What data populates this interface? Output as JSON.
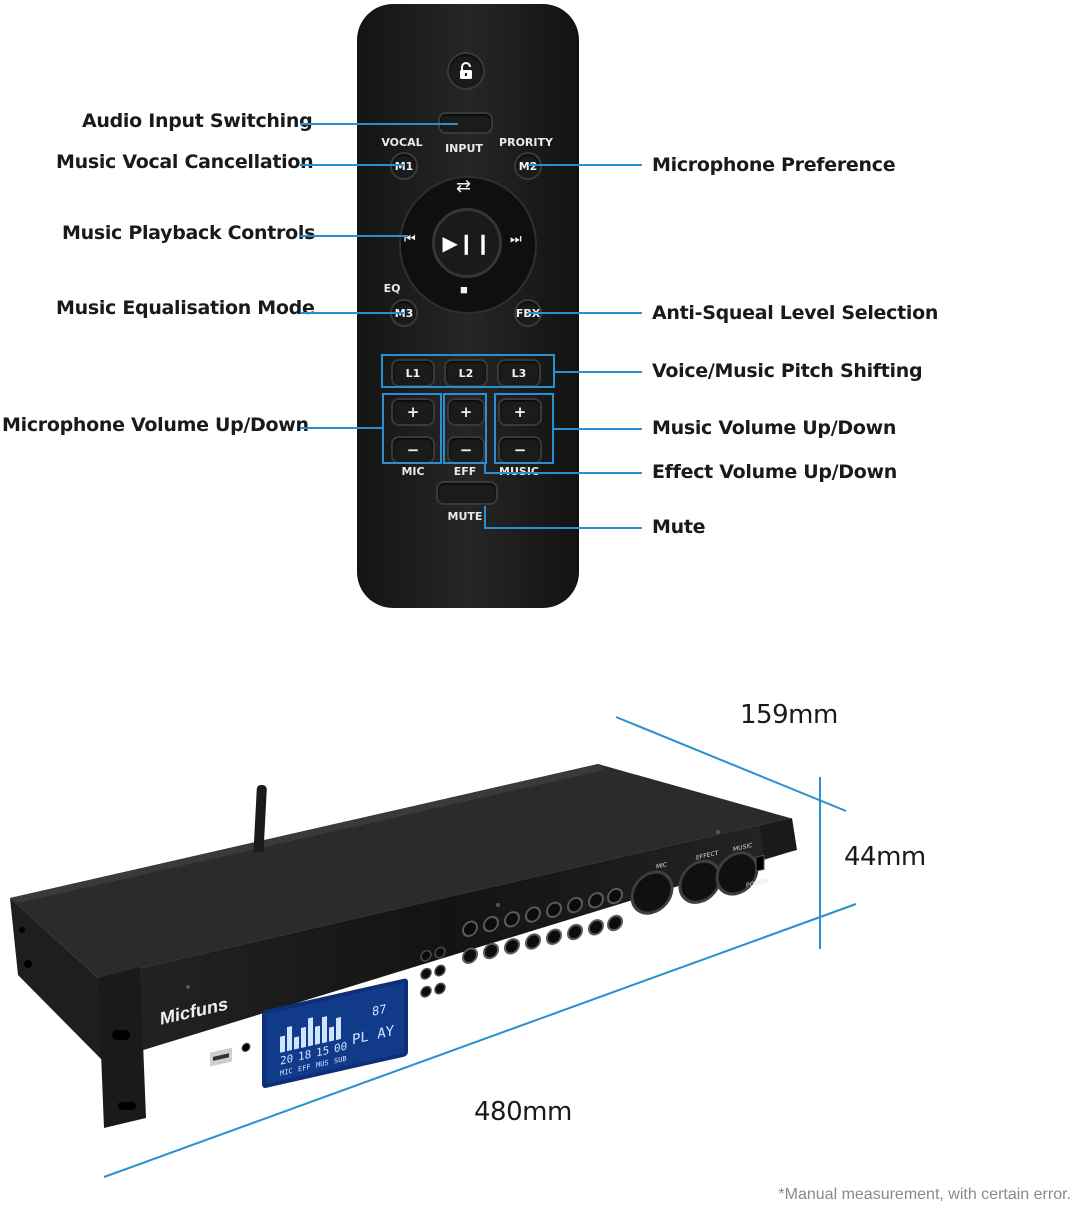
{
  "remote": {
    "buttons": {
      "input": "INPUT",
      "vocal": "VOCAL",
      "m1": "M1",
      "prority": "PRORITY",
      "m2": "M2",
      "eq": "EQ",
      "m3": "M3",
      "fbx": "FBX",
      "l1": "L1",
      "l2": "L2",
      "l3": "L3",
      "plus": "+",
      "minus": "−",
      "mic": "MIC",
      "eff": "EFF",
      "music": "MUSIC",
      "mute": "MUTE"
    }
  },
  "callouts": {
    "left": [
      "Audio Input Switching",
      "Music Vocal Cancellation",
      "Music Playback Controls",
      "Music Equalisation Mode",
      "Microphone Volume Up/Down"
    ],
    "right": [
      "Microphone Preference",
      "Anti-Squeal Level Selection",
      "Voice/Music Pitch Shifting",
      "Music Volume Up/Down",
      "Effect Volume Up/Down",
      "Mute"
    ]
  },
  "device": {
    "brand": "Micfuns",
    "display": {
      "values": [
        "20",
        "18",
        "15",
        "00"
      ],
      "labels": [
        "MIC",
        "EFF",
        "MUS",
        "SUB"
      ],
      "status": "PL AY",
      "number": "87"
    },
    "knobs": [
      "MIC",
      "EFFECT",
      "MUSIC"
    ],
    "power": "POWER"
  },
  "dimensions": {
    "depth": "159mm",
    "height": "44mm",
    "width": "480mm",
    "note": "*Manual measurement, with certain error."
  },
  "colors": {
    "callout_line": "#2a8fd0",
    "device_body": "#1c1c1c",
    "lcd": "#123a8a"
  }
}
